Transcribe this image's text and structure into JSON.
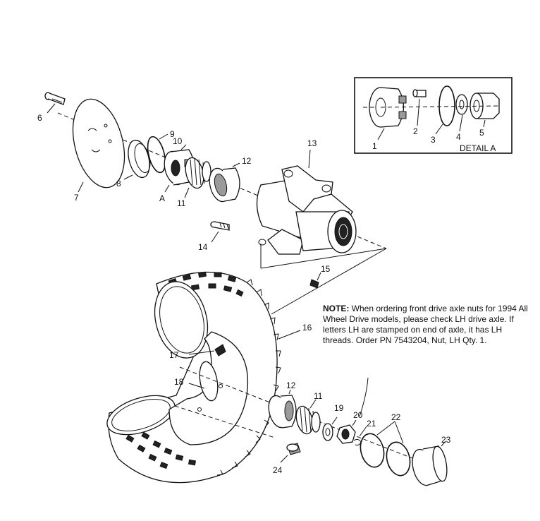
{
  "callouts": {
    "c1": "1",
    "c2": "2",
    "c3": "3",
    "c4": "4",
    "c5": "5",
    "c6": "6",
    "c7": "7",
    "c8": "8",
    "c9": "9",
    "c10": "10",
    "c11": "11",
    "c12": "12",
    "c13": "13",
    "c14": "14",
    "c15": "15",
    "c16": "16",
    "c17": "17",
    "c18": "18",
    "c11b": "11",
    "c12b": "12",
    "c19": "19",
    "c20": "20",
    "c21": "21",
    "c22": "22",
    "c23": "23",
    "c24": "24",
    "cA": "A"
  },
  "detail": {
    "label": "DETAIL A"
  },
  "note": {
    "heading": "NOTE:",
    "body": " When ordering front drive axle nuts for 1994 All Wheel Drive models, please check LH drive axle.  If letters LH are stamped on end of axle, it has LH threads. Order PN 7543204, Nut, LH Qty. 1."
  }
}
